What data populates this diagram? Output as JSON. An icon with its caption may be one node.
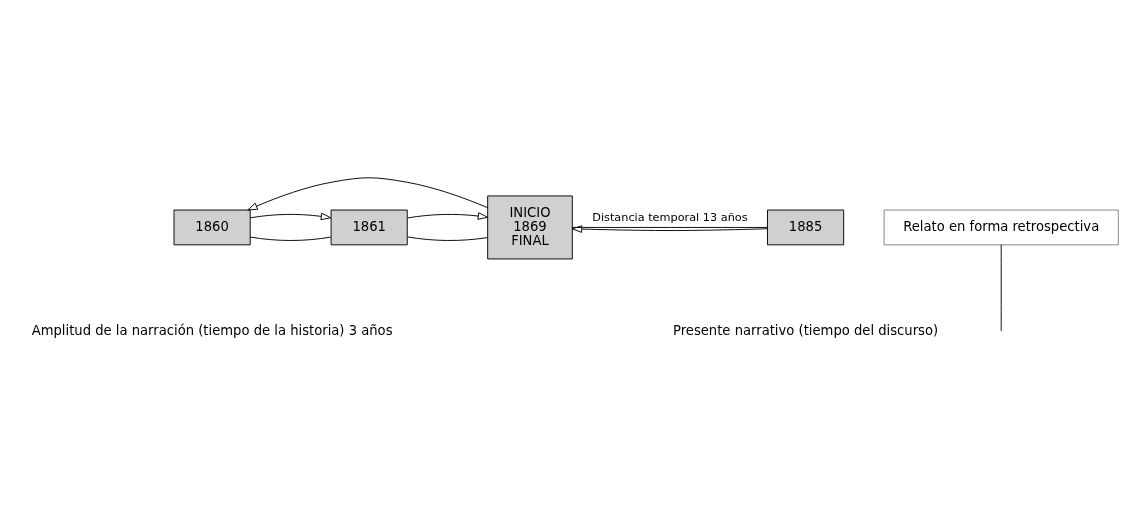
{
  "diagram": {
    "nodes": [
      {
        "text": [
          "1860"
        ]
      },
      {
        "text": [
          "1861"
        ]
      },
      {
        "text": [
          "INICIO",
          "1869",
          "FINAL"
        ]
      },
      {
        "text": [
          "1885"
        ]
      },
      {
        "text": [
          "Relato en forma retrospectiva"
        ]
      }
    ],
    "edges": [
      {
        "from": 0,
        "to": 1,
        "arrow": "none"
      },
      {
        "from": 1,
        "to": 2,
        "arrow": "none"
      },
      {
        "from": 2,
        "to": 3,
        "arrow": "none",
        "label": "Distancia temporal 13 años"
      },
      {
        "from": 2,
        "to": 0,
        "arrow": "to"
      },
      {
        "from": 3,
        "to": 2,
        "arrow": "to"
      },
      {
        "from": 0,
        "to": 1,
        "arrow": "to"
      },
      {
        "from": 1,
        "to": 2,
        "arrow": "to"
      },
      {
        "from": 4,
        "to": null,
        "arrow": "none"
      }
    ],
    "labels": [
      "Amplitud de la narración (tiempo de la historia) 3 años",
      "Presente narrativo (tiempo del discurso)"
    ]
  }
}
